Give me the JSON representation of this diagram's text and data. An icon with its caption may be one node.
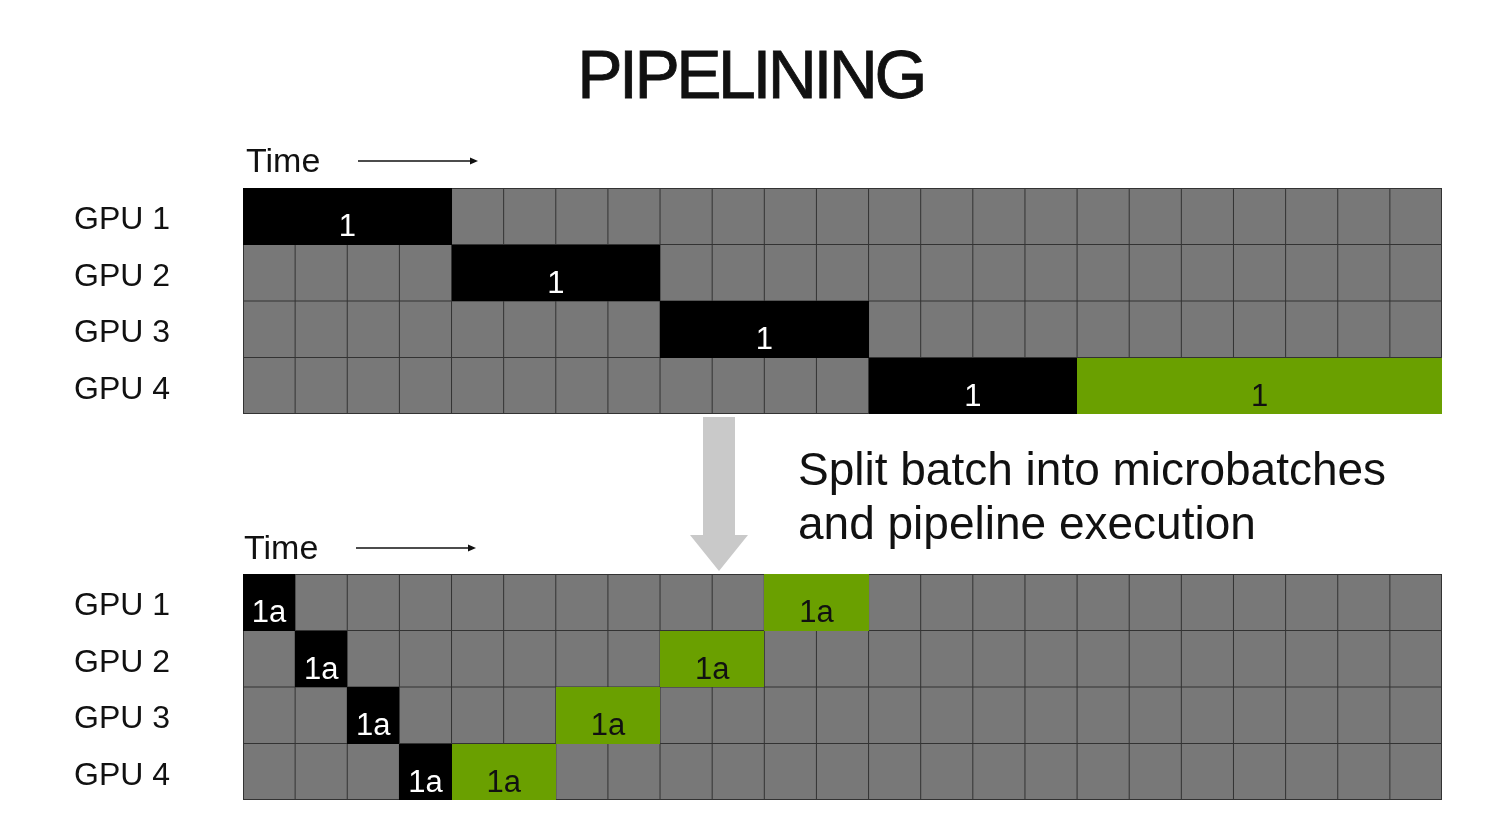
{
  "diagram": {
    "title": "PIPELINING",
    "nodes": [
      {
        "text": [],
        "shape": "box"
      },
      {
        "text": [
          "1"
        ],
        "in": 0
      },
      {
        "text": [
          "1"
        ],
        "in": 0
      },
      {
        "text": [
          "1"
        ],
        "in": 0
      },
      {
        "text": [
          "1"
        ],
        "in": 0
      },
      {
        "text": [
          "1"
        ],
        "in": 0
      },
      {
        "text": [],
        "shape": "box"
      },
      {
        "text": [
          "1a"
        ],
        "in": 6
      },
      {
        "text": [
          "1a"
        ],
        "in": 6
      },
      {
        "text": [
          "1a"
        ],
        "in": 6
      },
      {
        "text": [
          "1a"
        ],
        "in": 6
      },
      {
        "text": [
          "1a"
        ],
        "in": 6
      },
      {
        "text": [
          "1a"
        ],
        "in": 6
      },
      {
        "text": [
          "1a"
        ],
        "in": 6
      },
      {
        "text": [
          "1a"
        ],
        "in": 6
      }
    ],
    "edges": [
      {
        "from": 0,
        "to": 6,
        "arrow": "to",
        "label": "Split batch into microbatches and pipeline execution",
        "style": "thick"
      }
    ],
    "labels": [
      "Time",
      "GPU 1",
      "GPU 2",
      "GPU 3",
      "GPU 4",
      "Time",
      "GPU 1",
      "GPU 2",
      "GPU 3",
      "GPU 4"
    ]
  }
}
